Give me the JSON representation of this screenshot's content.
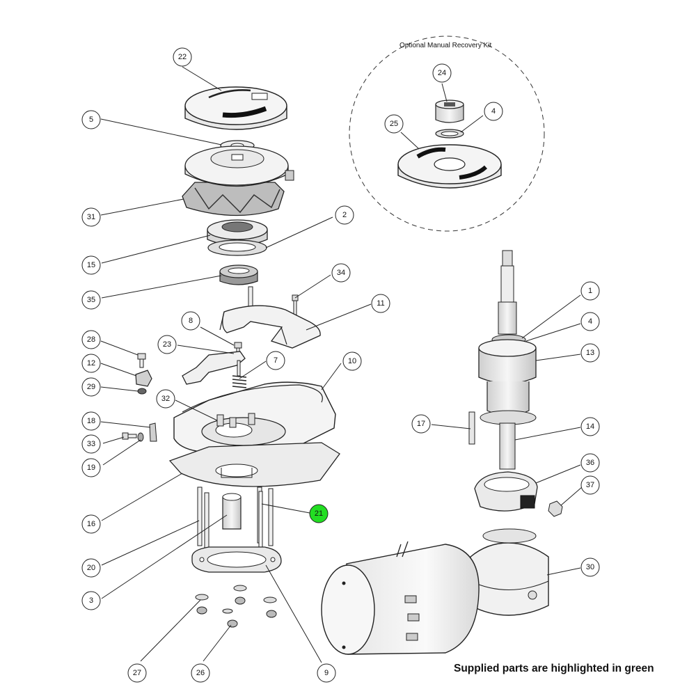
{
  "kit_title": "Optional Manual Recovery Kit",
  "footer_note": "Supplied parts are highlighted in green",
  "highlight_color": "#22dd22",
  "callouts": [
    {
      "id": "c22",
      "num": "22"
    },
    {
      "id": "c5",
      "num": "5"
    },
    {
      "id": "c31",
      "num": "31"
    },
    {
      "id": "c2",
      "num": "2"
    },
    {
      "id": "c15",
      "num": "15"
    },
    {
      "id": "c35",
      "num": "35"
    },
    {
      "id": "c34",
      "num": "34"
    },
    {
      "id": "c11",
      "num": "11"
    },
    {
      "id": "c8",
      "num": "8"
    },
    {
      "id": "c28",
      "num": "28"
    },
    {
      "id": "c23",
      "num": "23"
    },
    {
      "id": "c7",
      "num": "7"
    },
    {
      "id": "c10",
      "num": "10"
    },
    {
      "id": "c12",
      "num": "12"
    },
    {
      "id": "c29",
      "num": "29"
    },
    {
      "id": "c32",
      "num": "32"
    },
    {
      "id": "c18",
      "num": "18"
    },
    {
      "id": "c33",
      "num": "33"
    },
    {
      "id": "c19",
      "num": "19"
    },
    {
      "id": "c16",
      "num": "16"
    },
    {
      "id": "c21",
      "num": "21",
      "highlighted": true
    },
    {
      "id": "c20",
      "num": "20"
    },
    {
      "id": "c3",
      "num": "3"
    },
    {
      "id": "c9",
      "num": "9"
    },
    {
      "id": "c27",
      "num": "27"
    },
    {
      "id": "c26",
      "num": "26"
    },
    {
      "id": "c24",
      "num": "24"
    },
    {
      "id": "c4a",
      "num": "4"
    },
    {
      "id": "c25",
      "num": "25"
    },
    {
      "id": "c1",
      "num": "1"
    },
    {
      "id": "c4b",
      "num": "4"
    },
    {
      "id": "c13",
      "num": "13"
    },
    {
      "id": "c17",
      "num": "17"
    },
    {
      "id": "c14",
      "num": "14"
    },
    {
      "id": "c36",
      "num": "36"
    },
    {
      "id": "c37",
      "num": "37"
    },
    {
      "id": "c30",
      "num": "30"
    }
  ]
}
